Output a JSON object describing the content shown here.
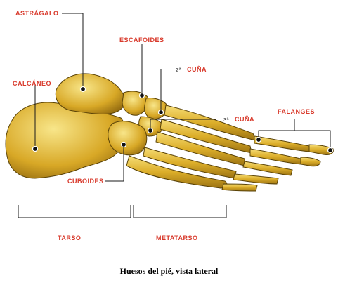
{
  "labels": {
    "astragalo": "ASTRÁGALO",
    "escafoides": "ESCAFOIDES",
    "calcaneo": "CALCÁNEO",
    "cuna2_num": "2ª",
    "cuna2_txt": "CUÑA",
    "cuna3_num": "3ª",
    "cuna3_txt": "CUÑA",
    "falanges": "FALANGES",
    "cuboides": "CUBOIDES",
    "tarso": "TARSO",
    "metatarso": "METATARSO"
  },
  "caption": "Huesos del pié, vista lateral",
  "colors": {
    "label_red": "#d8392b",
    "bone_light": "#f0d060",
    "bone_mid": "#d9a820",
    "bone_dark": "#8a6410",
    "leader": "#1a1a1a"
  }
}
